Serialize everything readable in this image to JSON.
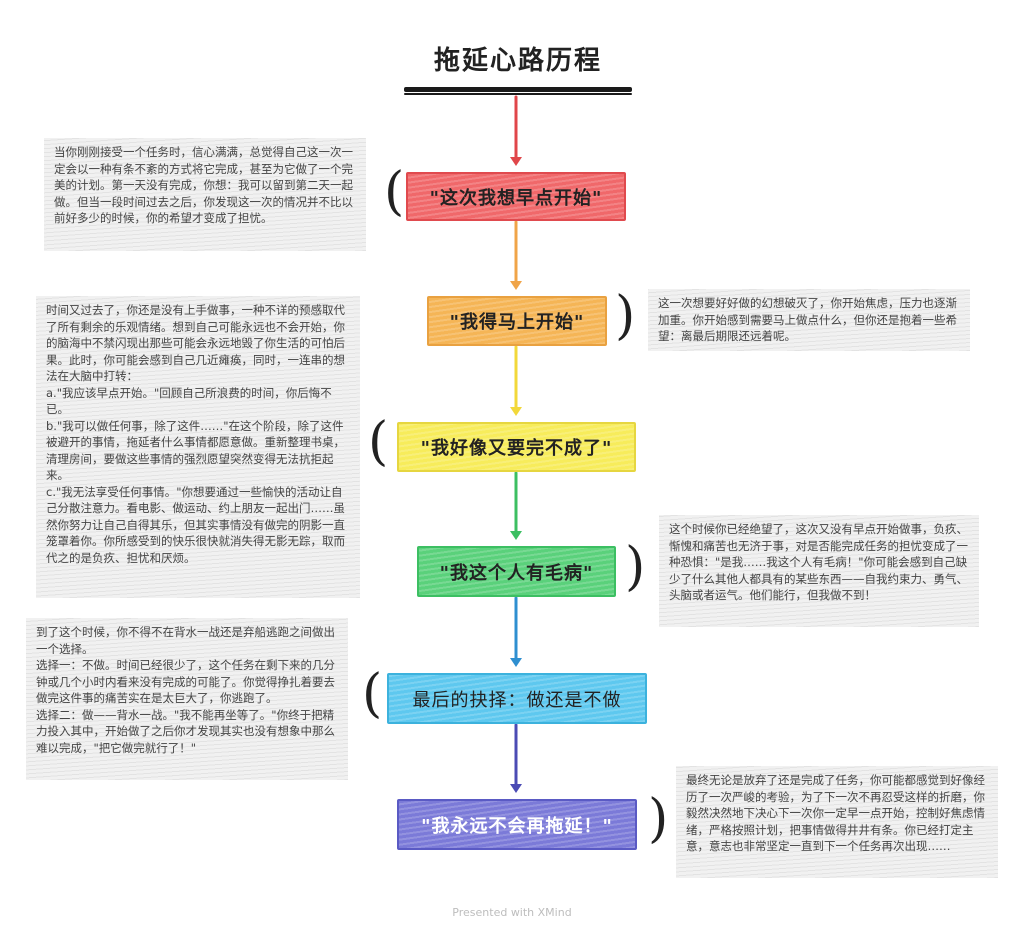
{
  "title": "拖延心路历程",
  "footer": "Presented with XMind",
  "colors": {
    "red": "#f0686a",
    "orange": "#f5b556",
    "yellow": "#f7ec5b",
    "green": "#5ad17b",
    "blue": "#5ec8ef",
    "purple": "#7b7ad8",
    "arrow_red": "#e0464a",
    "arrow_orange": "#f0a448",
    "arrow_yellow": "#f2d83a",
    "arrow_green": "#3cbf62",
    "arrow_blue": "#2f8fd0",
    "arrow_purple": "#4b4bb4"
  },
  "nodes": [
    {
      "label": "\"这次我想早点开始\""
    },
    {
      "label": "\"我得马上开始\""
    },
    {
      "label": "\"我好像又要完不成了\""
    },
    {
      "label": "\"我这个人有毛病\""
    },
    {
      "label": "最后的抉择：做还是不做"
    },
    {
      "label": "\"我永远不会再拖延！\""
    }
  ],
  "notes": [
    {
      "text": "当你刚刚接受一个任务时，信心满满，总觉得自己这一次一定会以一种有条不紊的方式将它完成，甚至为它做了一个完美的计划。第一天没有完成，你想：我可以留到第二天一起做。但当一段时间过去之后，你发现这一次的情况并不比以前好多少的时候，你的希望才变成了担忧。"
    },
    {
      "text": "这一次想要好好做的幻想破灭了，你开始焦虑，压力也逐渐加重。你开始感到需要马上做点什么，但你还是抱着一些希望：离最后期限还远着呢。"
    },
    {
      "text": "时间又过去了，你还是没有上手做事，一种不详的预感取代了所有剩余的乐观情绪。想到自己可能永远也不会开始，你的脑海中不禁闪现出那些可能会永远地毁了你生活的可怕后果。此时，你可能会感到自己几近瘫痪，同时，一连串的想法在大脑中打转：\na.\"我应该早点开始。\"回顾自己所浪费的时间，你后悔不已。\nb.\"我可以做任何事，除了这件……\"在这个阶段，除了这件被避开的事情，拖延者什么事情都愿意做。重新整理书桌，清理房间，要做这些事情的强烈愿望突然变得无法抗拒起来。\nc.\"我无法享受任何事情。\"你想要通过一些愉快的活动让自己分散注意力。看电影、做运动、约上朋友一起出门……虽然你努力让自己自得其乐，但其实事情没有做完的阴影一直笼罩着你。你所感受到的快乐很快就消失得无影无踪，取而代之的是负疚、担忧和厌烦。"
    },
    {
      "text": "这个时候你已经绝望了，这次又没有早点开始做事，负疚、惭愧和痛苦也无济于事，对是否能完成任务的担忧变成了一种恐惧：\"是我……我这个人有毛病！\"你可能会感到自己缺少了什么其他人都具有的某些东西——自我约束力、勇气、头脑或者运气。他们能行，但我做不到！"
    },
    {
      "text": "到了这个时候，你不得不在背水一战还是弃船逃跑之间做出一个选择。\n选择一：不做。时间已经很少了，这个任务在剩下来的几分钟或几个小时内看来没有完成的可能了。你觉得挣扎着要去做完这件事的痛苦实在是太巨大了，你逃跑了。\n选择二：做——背水一战。\"我不能再坐等了。\"你终于把精力投入其中，开始做了之后你才发现其实也没有想象中那么难以完成，\"把它做完就行了！\""
    },
    {
      "text": "最终无论是放弃了还是完成了任务，你可能都感觉到好像经历了一次严峻的考验，为了下一次不再忍受这样的折磨，你毅然决然地下决心下一次你一定早一点开始，控制好焦虑情绪，严格按照计划，把事情做得井井有条。你已经打定主意，意志也非常坚定一直到下一个任务再次出现……"
    }
  ]
}
